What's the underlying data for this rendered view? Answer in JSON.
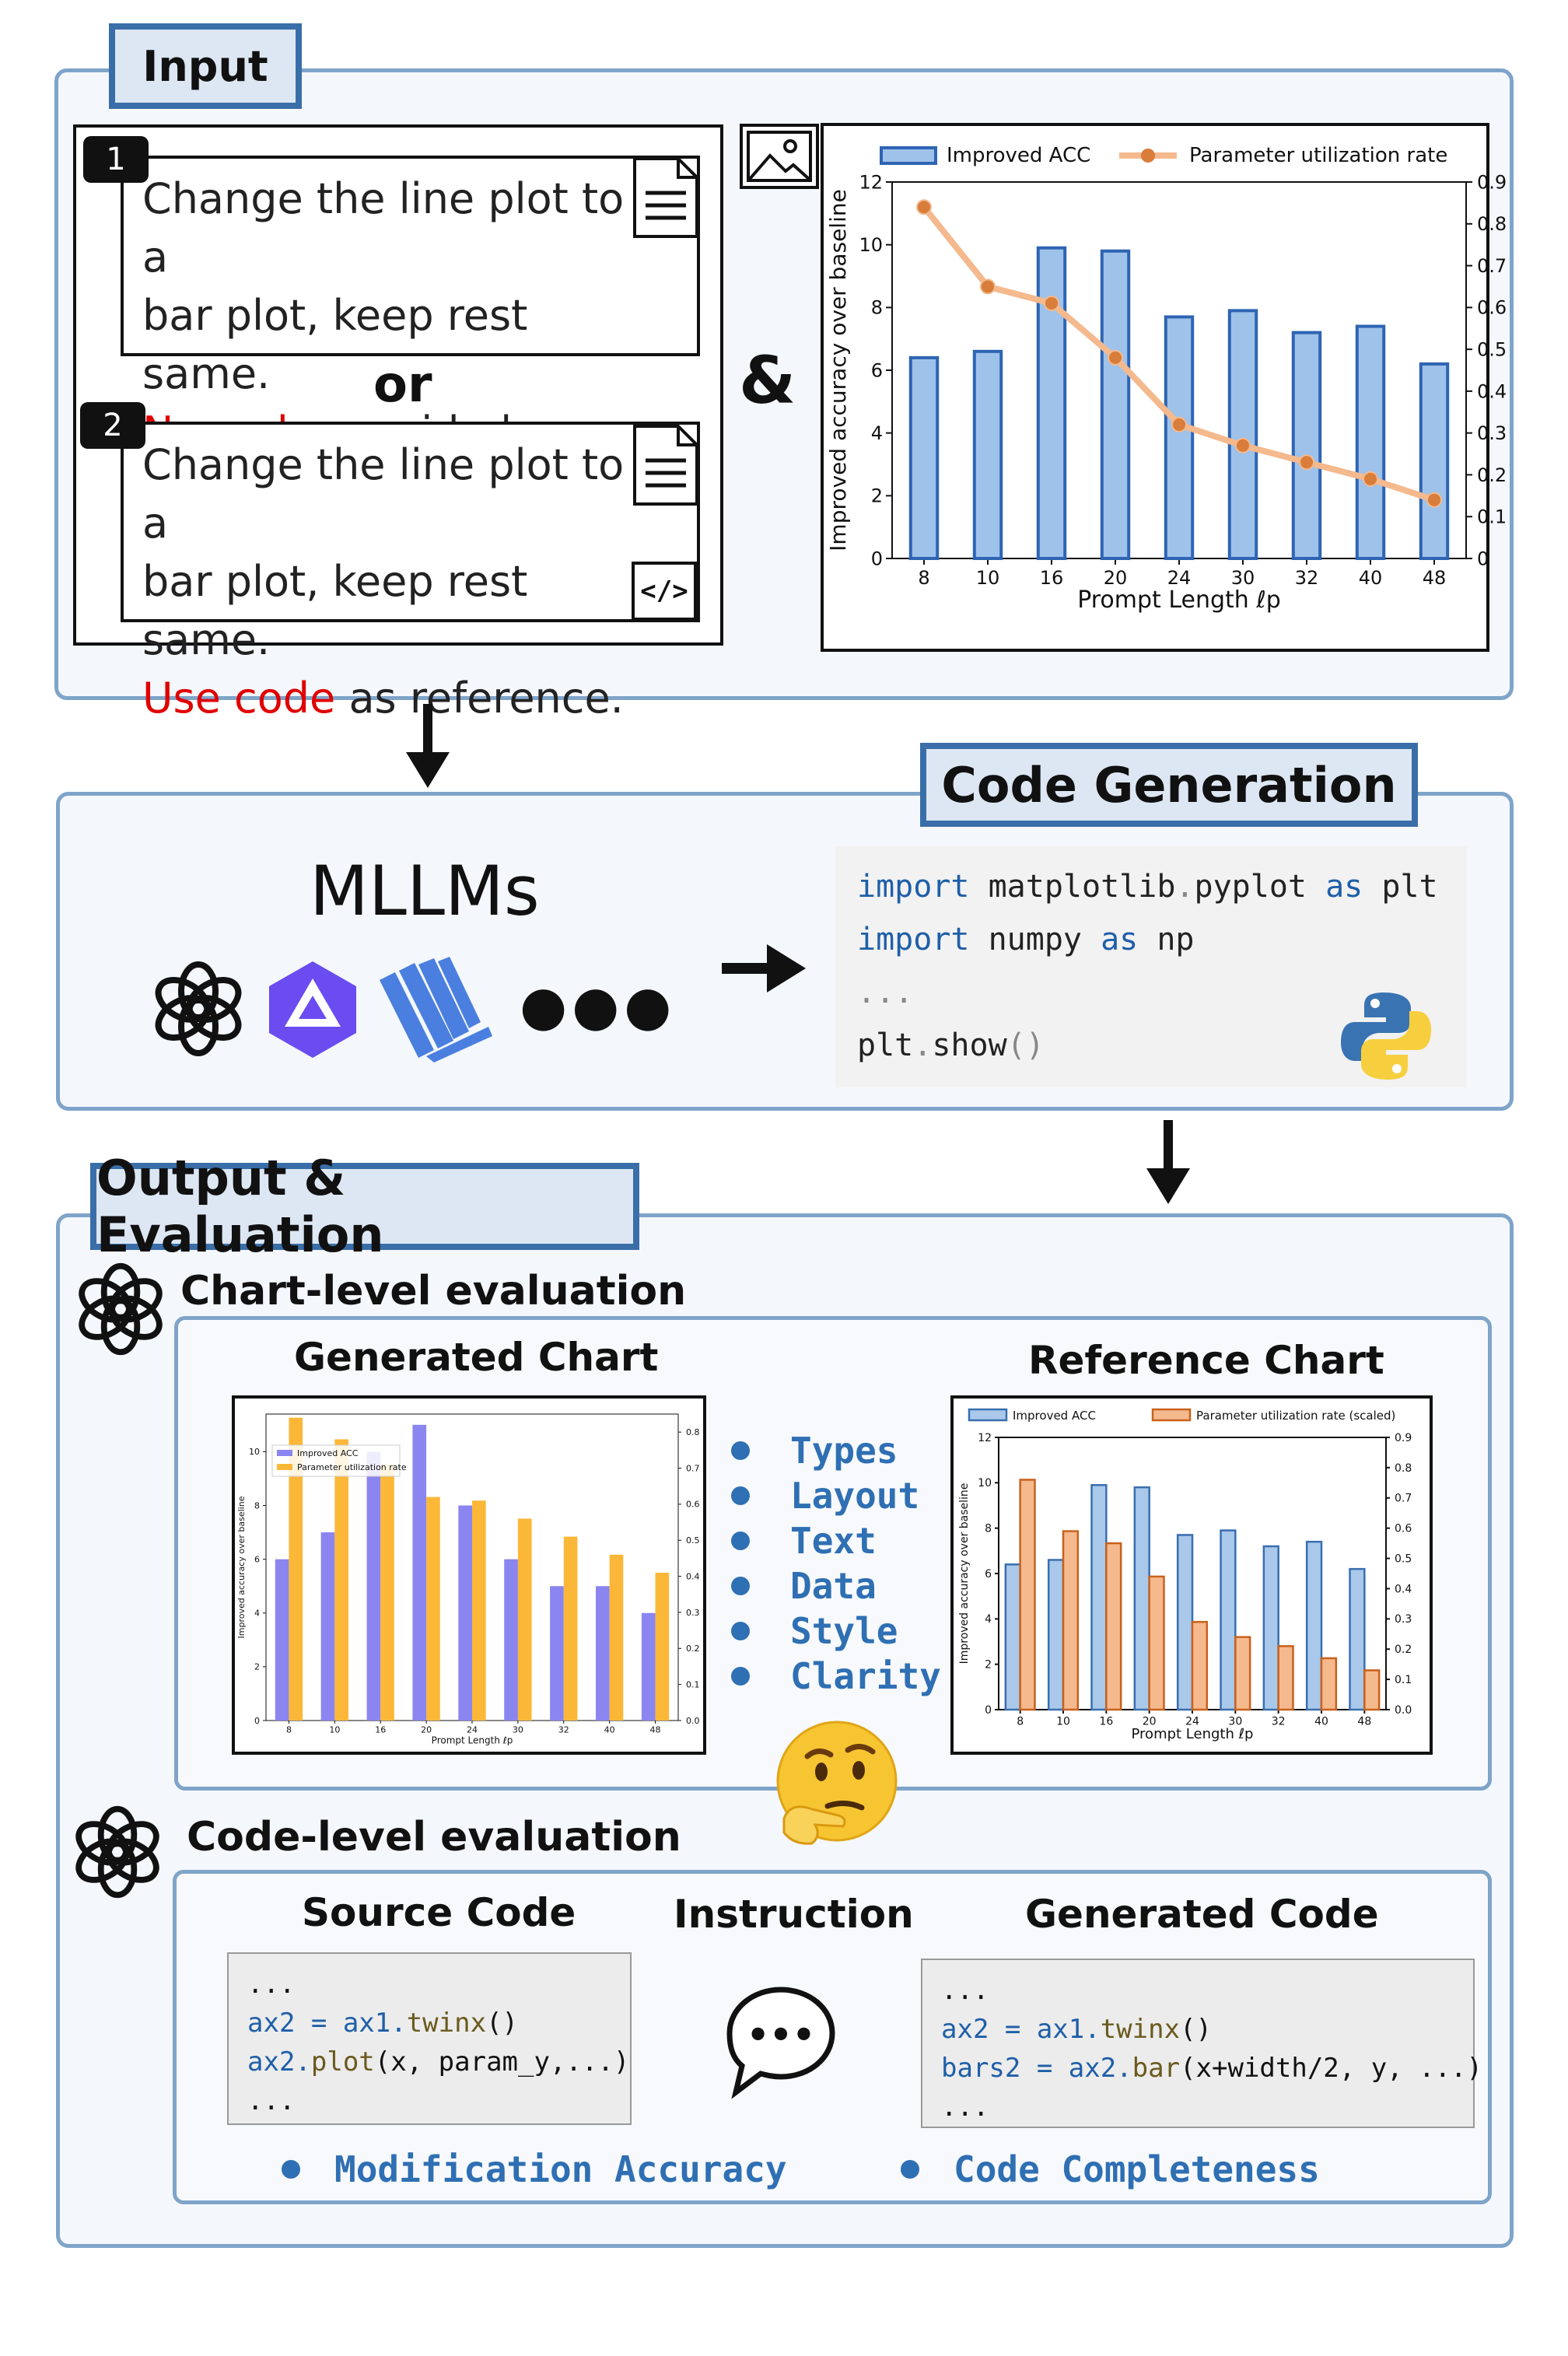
{
  "input": {
    "title": "Input",
    "option1": {
      "number": "1",
      "line1": "Change the line plot to a",
      "line2": "bar plot, keep rest same.",
      "line3_highlight": "No code",
      "line3_rest": " provided."
    },
    "or_label": "or",
    "option2": {
      "number": "2",
      "line1": "Change the line plot to a",
      "line2": "bar plot, keep rest same.",
      "line3_highlight": "Use code",
      "line3_rest": " as reference."
    },
    "ampersand": "&",
    "code_icon_text": "</>"
  },
  "input_chart": {
    "legend_bar": "Improved ACC",
    "legend_line": "Parameter utilization rate",
    "ylabel": "Improved accuracy over baseline",
    "xlabel": "Prompt Length ℓp",
    "categories": [
      "8",
      "10",
      "16",
      "20",
      "24",
      "30",
      "32",
      "40",
      "48"
    ],
    "bar_values": [
      6.4,
      6.6,
      9.9,
      9.8,
      7.7,
      7.9,
      7.2,
      7.4,
      6.2
    ],
    "line_values": [
      0.84,
      0.65,
      0.61,
      0.48,
      0.32,
      0.27,
      0.23,
      0.19,
      0.14
    ],
    "left_ticks": [
      "0",
      "2",
      "4",
      "6",
      "8",
      "10",
      "12"
    ],
    "right_ticks": [
      "0",
      "0.1",
      "0.2",
      "0.3",
      "0.4",
      "0.5",
      "0.6",
      "0.7",
      "0.8",
      "0.9"
    ],
    "ylim_left": [
      0,
      12
    ],
    "ylim_right": [
      0,
      0.9
    ],
    "colors": {
      "bar_fill": "#9ec2ea",
      "bar_edge": "#2e64b3",
      "line": "#f4b98d",
      "marker": "#d97d3a"
    }
  },
  "generation": {
    "title": "Code Generation",
    "mllms_label": "MLLMs",
    "ellipsis": "●●●",
    "code": {
      "l1_kw1": "import",
      "l1_mod": " matplotlib",
      "l1_dot": ".",
      "l1_sub": "pyplot ",
      "l1_kw2": "as",
      "l1_alias": " plt",
      "l2_kw1": "import",
      "l2_mod": " numpy ",
      "l2_kw2": "as",
      "l2_alias": " np",
      "l3": "...",
      "l4_obj": "plt",
      "l4_dot": ".",
      "l4_fn": "show",
      "l4_paren": "()"
    }
  },
  "output": {
    "title": "Output & Evaluation",
    "chart_level_label": "Chart-level evaluation",
    "generated_chart_label": "Generated Chart",
    "reference_chart_label": "Reference Chart",
    "criteria": [
      "Types",
      "Layout",
      "Text",
      "Data",
      "Style",
      "Clarity"
    ],
    "code_level_label": "Code-level evaluation",
    "source_code_label": "Source Code",
    "instruction_label": "Instruction",
    "generated_code_label": "Generated Code",
    "source_code": {
      "l1": "...",
      "l2_a": "ax2 = ax1.",
      "l2_fn": "twinx",
      "l2_b": "()",
      "l3_a": "ax2.",
      "l3_fn": "plot",
      "l3_b": "(x, param_y,...)",
      "l4": "..."
    },
    "generated_code": {
      "l1": "...",
      "l2_a": "ax2 = ax1.",
      "l2_fn": "twinx",
      "l2_b": "()",
      "l3_a": "bars2 = ax2.",
      "l3_fn": "bar",
      "l3_b": "(x+width/2, y, ...)",
      "l4": "..."
    },
    "chat_dots": "•••",
    "metrics": [
      "Modification Accuracy",
      "Code Completeness"
    ]
  },
  "generated_chart": {
    "legend1": "Improved ACC",
    "legend2": "Parameter utilization rate",
    "ylabel": "Improved accuracy over baseline",
    "xlabel": "Prompt Length ℓp",
    "categories": [
      "8",
      "10",
      "16",
      "20",
      "24",
      "30",
      "32",
      "40",
      "48"
    ],
    "series1": [
      6,
      7,
      10,
      11,
      8,
      6,
      5,
      5,
      4
    ],
    "series2": [
      0.84,
      0.78,
      0.71,
      0.62,
      0.61,
      0.56,
      0.51,
      0.46,
      0.41
    ],
    "left_ticks": [
      "0",
      "2",
      "4",
      "6",
      "8",
      "10"
    ],
    "right_ticks": [
      "0.0",
      "0.1",
      "0.2",
      "0.3",
      "0.4",
      "0.5",
      "0.6",
      "0.7",
      "0.8"
    ],
    "ylim_left": [
      0,
      11.4
    ],
    "ylim_right": [
      0,
      0.85
    ],
    "colors": {
      "s1": "#8b85f0",
      "s2": "#fbb838"
    }
  },
  "reference_chart": {
    "legend1": "Improved ACC",
    "legend2": "Parameter utilization rate (scaled)",
    "ylabel": "Improved accuracy over baseline",
    "xlabel": "Prompt Length ℓp",
    "categories": [
      "8",
      "10",
      "16",
      "20",
      "24",
      "30",
      "32",
      "40",
      "48"
    ],
    "series1": [
      6.4,
      6.6,
      9.9,
      9.8,
      7.7,
      7.9,
      7.2,
      7.4,
      6.2
    ],
    "series2": [
      0.76,
      0.59,
      0.55,
      0.44,
      0.29,
      0.24,
      0.21,
      0.17,
      0.13
    ],
    "left_ticks": [
      "0",
      "2",
      "4",
      "6",
      "8",
      "10",
      "12"
    ],
    "right_ticks": [
      "0.0",
      "0.1",
      "0.2",
      "0.3",
      "0.4",
      "0.5",
      "0.6",
      "0.7",
      "0.8",
      "0.9"
    ],
    "ylim_left": [
      0,
      12
    ],
    "ylim_right": [
      0,
      0.9
    ],
    "colors": {
      "s1_fill": "#a9c8ea",
      "s1_edge": "#3a6fb0",
      "s2_fill": "#f5b98e",
      "s2_edge": "#c9611b"
    }
  }
}
